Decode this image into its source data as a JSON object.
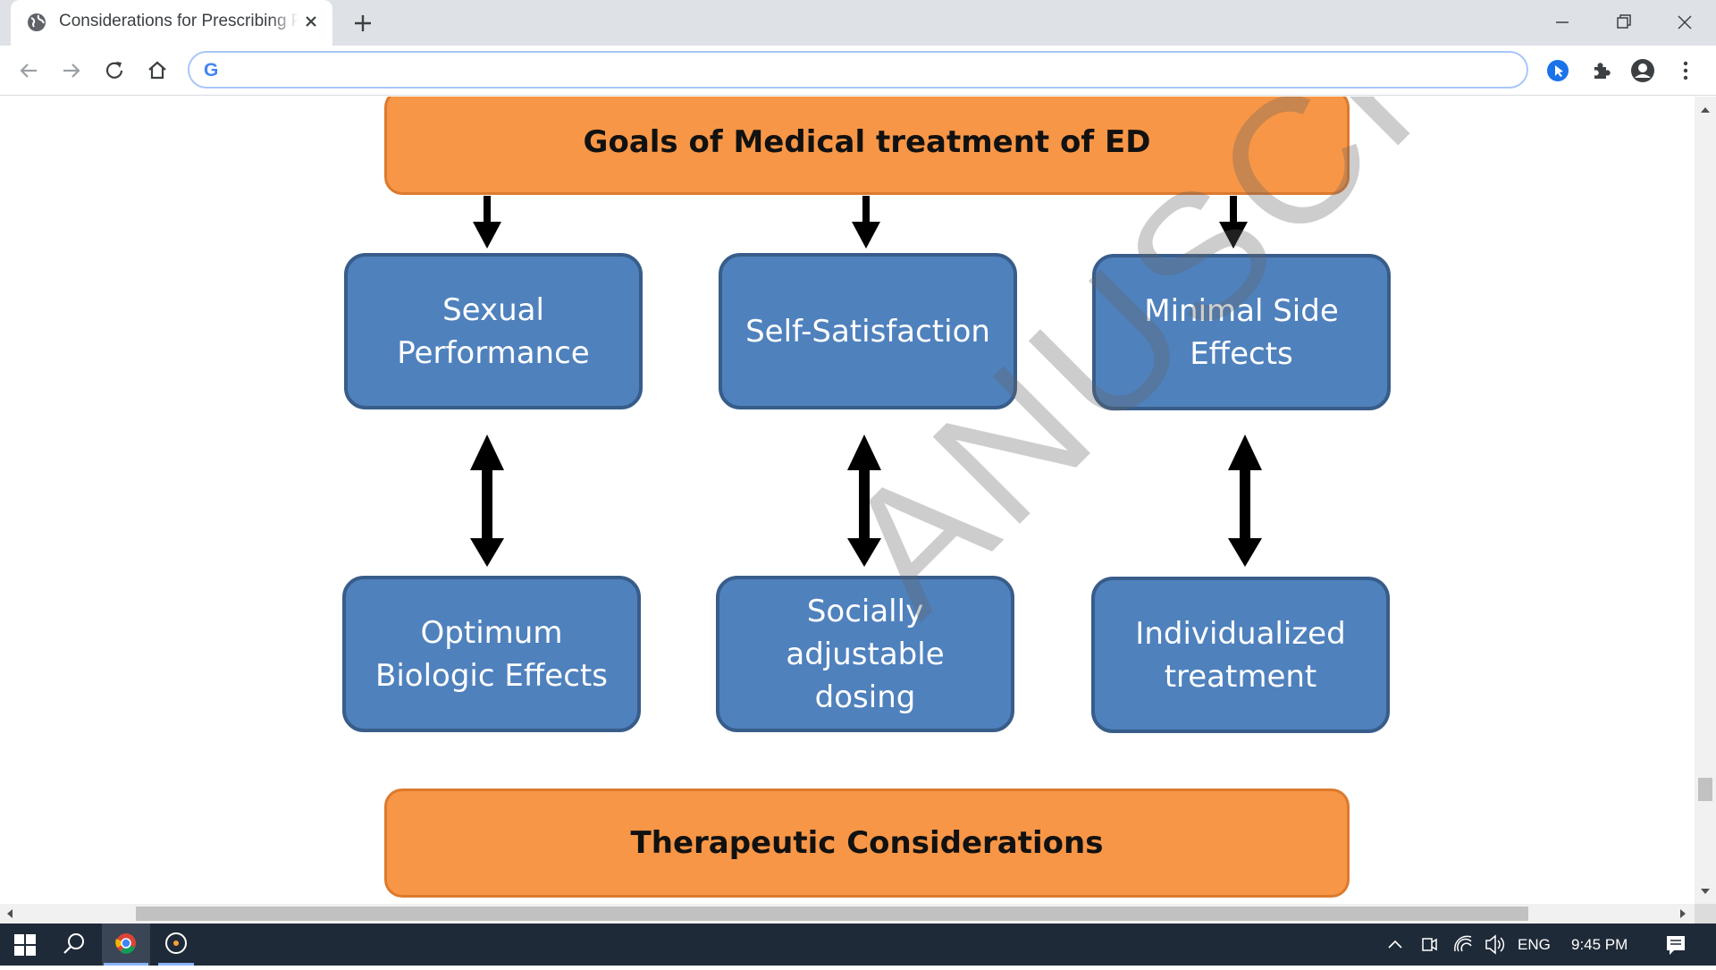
{
  "browser": {
    "tab_title": "Considerations for Prescribing Phosphodiesterase",
    "address_value": "",
    "icons": [
      "globe-icon",
      "close-icon",
      "plus-icon",
      "back-icon",
      "forward-icon",
      "reload-icon",
      "home-icon",
      "extension-icon",
      "profile-icon",
      "menu-icon"
    ]
  },
  "diagram": {
    "top_box": "Goals of Medical treatment of ED",
    "bottom_box": "Therapeutic Considerations",
    "row1": [
      "Sexual\nPerformance",
      "Self-Satisfaction",
      "Minimal Side\nEffects"
    ],
    "row2": [
      "Optimum\nBiologic Effects",
      "Socially\nadjustable\ndosing",
      "Individualized\ntreatment"
    ],
    "watermark": "ANUSCRIPT",
    "colors": {
      "orange": "#f79646",
      "blue": "#4f81bd",
      "arrow": "#000000"
    }
  },
  "taskbar": {
    "language": "ENG",
    "time": "9:45 PM"
  }
}
